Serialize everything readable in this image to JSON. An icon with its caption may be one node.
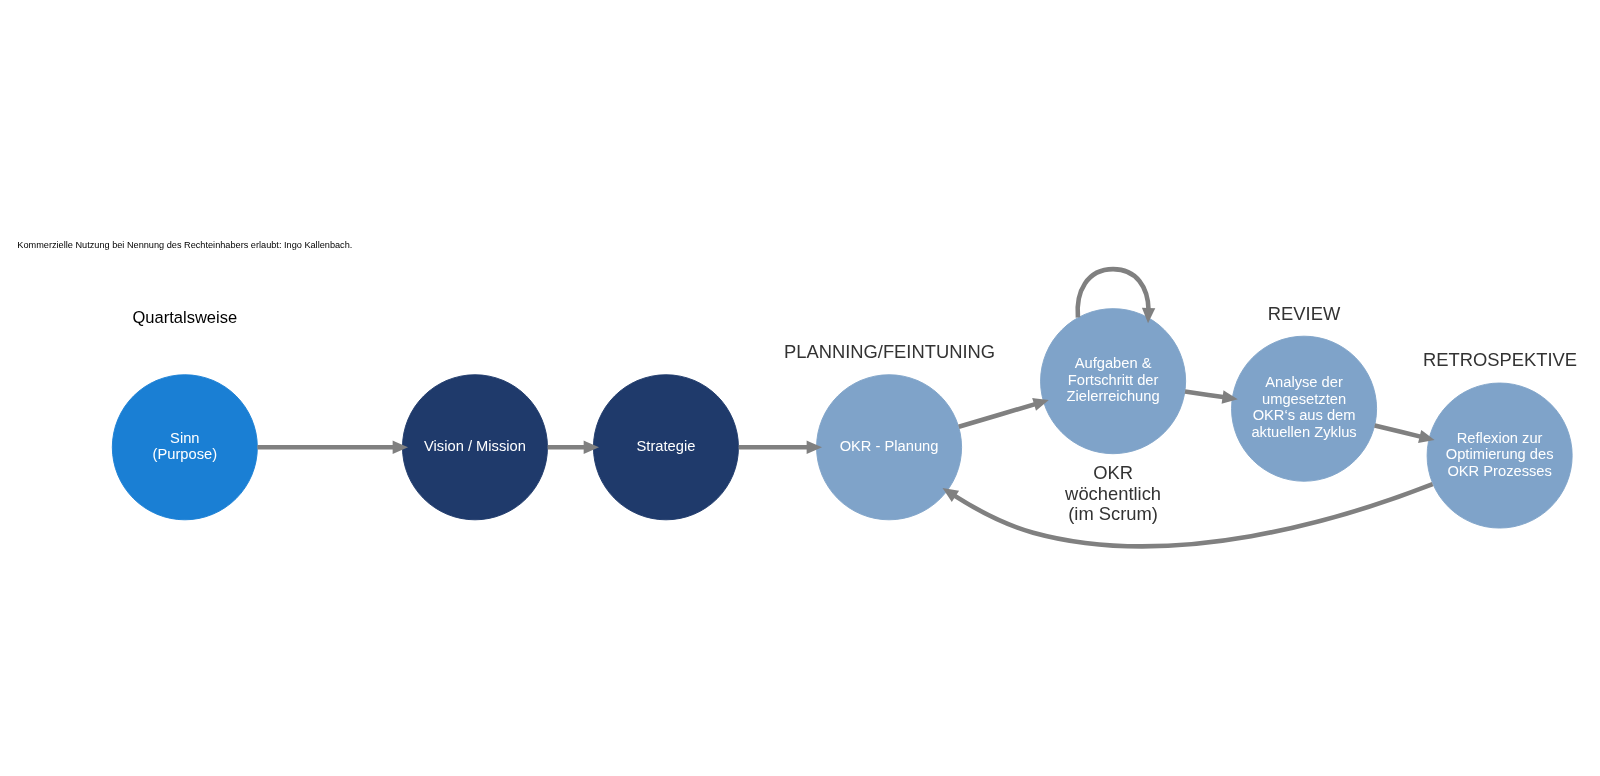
{
  "diagram": {
    "nodes": [
      {
        "text": [
          "Sinn",
          "(Purpose)"
        ]
      },
      {
        "text": [
          "Vision / Mission"
        ]
      },
      {
        "text": [
          "Strategie"
        ]
      },
      {
        "text": [
          "OKR - Planung"
        ],
        "beside": [
          "PLANNING/FEINTUNING"
        ]
      },
      {
        "text": [
          "Aufgaben & Fortschritt der Zielerreichung"
        ],
        "beside": [
          "OKR wöchentlich (im Scrum)"
        ]
      },
      {
        "text": [
          "Analyse der umgesetzten OKR‘s aus dem aktuellen Zyklus"
        ],
        "beside": [
          "REVIEW"
        ]
      },
      {
        "text": [
          "Reflexion zur Optimierung des OKR Prozesses"
        ],
        "beside": [
          "RETROSPEKTIVE"
        ]
      }
    ],
    "edges": [
      {
        "from": 0,
        "to": 1,
        "arrow": "to"
      },
      {
        "from": 1,
        "to": 2,
        "arrow": "to"
      },
      {
        "from": 2,
        "to": 3,
        "arrow": "to"
      },
      {
        "from": 3,
        "to": 4,
        "arrow": "to"
      },
      {
        "from": 4,
        "to": 4,
        "arrow": "to"
      },
      {
        "from": 4,
        "to": 5,
        "arrow": "to"
      },
      {
        "from": 5,
        "to": 6,
        "arrow": "to"
      },
      {
        "from": 6,
        "to": 3,
        "arrow": "to"
      }
    ],
    "labels": [
      "Quartalsweise",
      "Kommerzielle Nutzung bei Nennung des Rechteinhabers erlaubt: Ingo Kallenbach."
    ]
  }
}
